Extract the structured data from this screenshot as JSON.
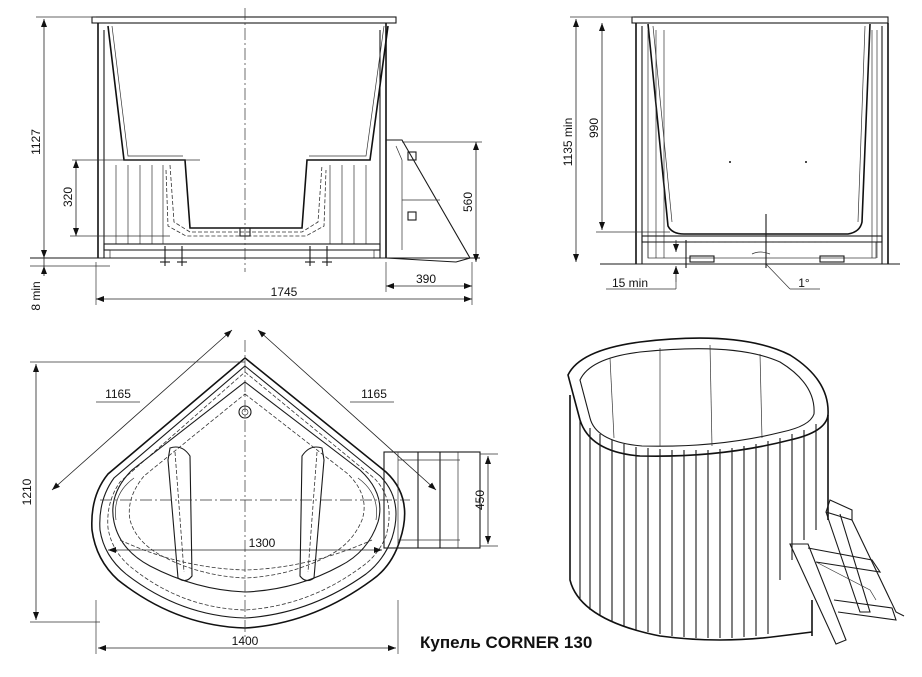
{
  "title": "Купель  CORNER 130",
  "dimensions": {
    "front_height": "1127",
    "step_height": "320",
    "base_gap": "8 min",
    "total_width": "1745",
    "ladder_width": "390",
    "ladder_height": "560",
    "side_height": "1135 min",
    "inner_depth": "990",
    "foot_clearance": "15 min",
    "slope": "1°",
    "diag_left": "1165",
    "diag_right": "1165",
    "plan_height": "1210",
    "plan_inner_width": "1300",
    "plan_width": "1400",
    "ladder_depth": "450"
  }
}
